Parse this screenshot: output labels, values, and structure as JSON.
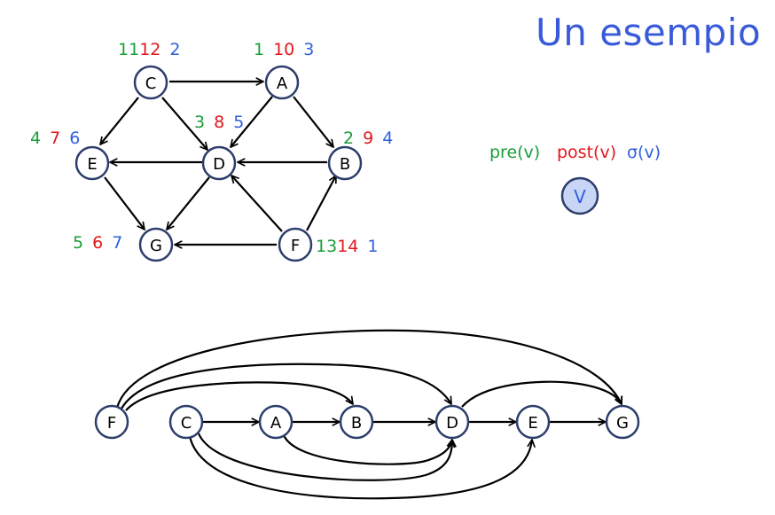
{
  "slide": {
    "title": "Un esempio"
  },
  "colors": {
    "pre": "#1a9e3a",
    "post": "#e3161b",
    "sigma": "#2f5fe0",
    "title": "#3a5bd9",
    "node_fill": "#ffffff",
    "legend_node_fill": "#c9d5f5",
    "node_stroke": "#2c3e6b",
    "edge": "#000000"
  },
  "legend": {
    "pre_label": "pre(v)",
    "post_label": "post(v)",
    "sigma_label": "σ(v)",
    "node_label": "V"
  },
  "graph": {
    "nodes": [
      {
        "id": "C",
        "label": "C",
        "pre": "11",
        "post": "12",
        "sigma": "2"
      },
      {
        "id": "A",
        "label": "A",
        "pre": "1",
        "post": "10",
        "sigma": "3"
      },
      {
        "id": "E",
        "label": "E",
        "pre": "4",
        "post": "7",
        "sigma": "6"
      },
      {
        "id": "D",
        "label": "D",
        "pre": "3",
        "post": "8",
        "sigma": "5"
      },
      {
        "id": "B",
        "label": "B",
        "pre": "2",
        "post": "9",
        "sigma": "4"
      },
      {
        "id": "G",
        "label": "G",
        "pre": "5",
        "post": "6",
        "sigma": "7"
      },
      {
        "id": "F",
        "label": "F",
        "pre": "13",
        "post": "14",
        "sigma": "1"
      }
    ],
    "edges": [
      [
        "C",
        "A"
      ],
      [
        "C",
        "E"
      ],
      [
        "C",
        "D"
      ],
      [
        "A",
        "D"
      ],
      [
        "A",
        "B"
      ],
      [
        "D",
        "E"
      ],
      [
        "B",
        "D"
      ],
      [
        "E",
        "G"
      ],
      [
        "D",
        "G"
      ],
      [
        "F",
        "G"
      ],
      [
        "F",
        "D"
      ],
      [
        "F",
        "B"
      ]
    ]
  },
  "topological_order": {
    "nodes": [
      "F",
      "C",
      "A",
      "B",
      "D",
      "E",
      "G"
    ],
    "edges": [
      [
        "C",
        "A"
      ],
      [
        "A",
        "B"
      ],
      [
        "B",
        "D"
      ],
      [
        "D",
        "E"
      ],
      [
        "E",
        "G"
      ],
      [
        "F",
        "G"
      ],
      [
        "F",
        "D"
      ],
      [
        "F",
        "B"
      ],
      [
        "D",
        "G"
      ],
      [
        "A",
        "D"
      ],
      [
        "C",
        "D"
      ],
      [
        "C",
        "E"
      ]
    ]
  }
}
